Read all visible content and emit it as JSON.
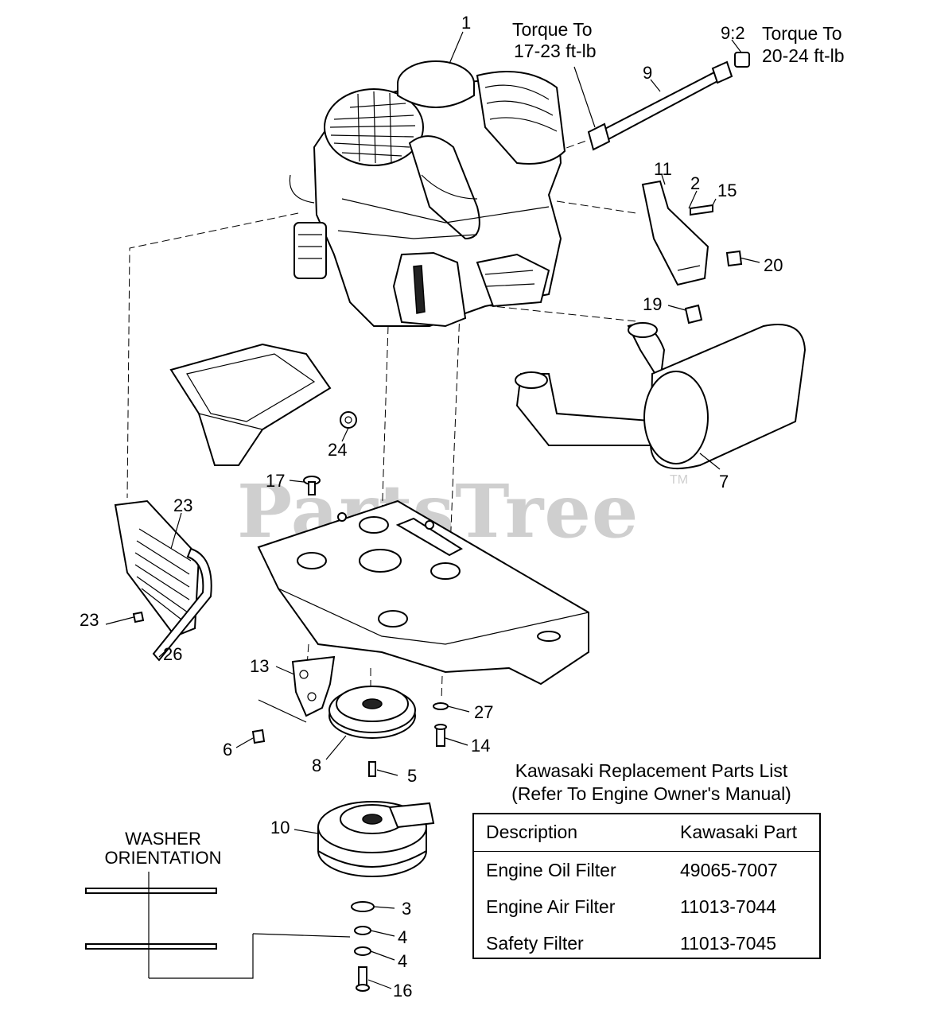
{
  "callouts": {
    "c1": "1",
    "c2": "2",
    "c3": "3",
    "c4a": "4",
    "c4b": "4",
    "c5": "5",
    "c6": "6",
    "c7": "7",
    "c8": "8",
    "c9": "9",
    "c9_2": "9:2",
    "c10": "10",
    "c11": "11",
    "c13": "13",
    "c14": "14",
    "c15": "15",
    "c16": "16",
    "c17": "17",
    "c19": "19",
    "c20": "20",
    "c23a": "23",
    "c23b": "23",
    "c24": "24",
    "c26": "26",
    "c27": "27"
  },
  "notes": {
    "torque_a_line1": "Torque To",
    "torque_a_line2": "17-23 ft-lb",
    "torque_b_line1": "Torque To",
    "torque_b_line2": "20-24 ft-lb"
  },
  "watermark": {
    "text": "PartsTree",
    "tm": "TM"
  },
  "washer_orientation": {
    "line1": "WASHER",
    "line2": "ORIENTATION"
  },
  "parts_list": {
    "title_line1": "Kawasaki Replacement Parts List",
    "title_line2": "(Refer To Engine Owner's Manual)",
    "headers": [
      "Description",
      "Kawasaki Part"
    ],
    "rows": [
      [
        "Engine Oil Filter",
        "49065-7007"
      ],
      [
        "Engine Air Filter",
        "11013-7044"
      ],
      [
        "Safety Filter",
        "11013-7045"
      ]
    ]
  }
}
